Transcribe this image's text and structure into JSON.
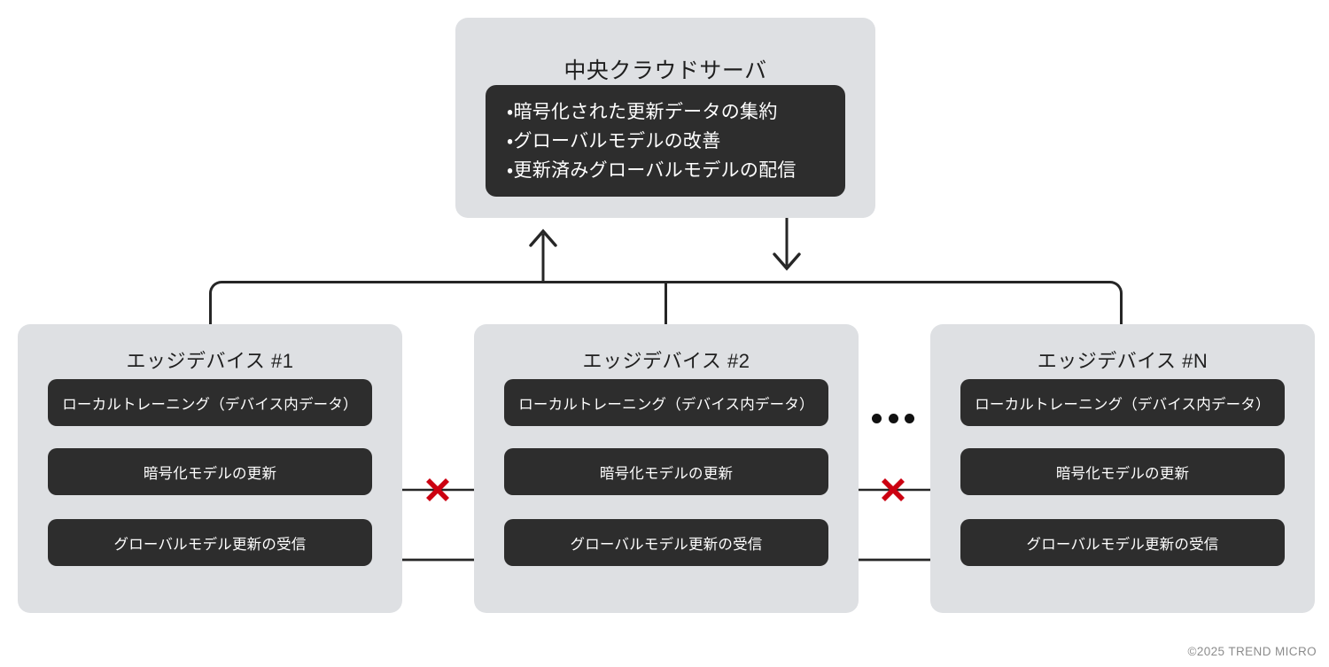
{
  "diagram": {
    "colors": {
      "panel_bg": "#DEE0E3",
      "inner_box_bg": "#2D2D2D",
      "line": "#262626",
      "x_mark_red": "#CC0011",
      "page_bg": "#FFFFFF",
      "copyright_text": "#8C8C8C"
    },
    "cloud": {
      "title": "中央クラウドサーバ",
      "bullets": [
        "・暗号化された更新データの集約",
        "・グローバルモデルの改善",
        "・更新済みグローバルモデルの配信"
      ]
    },
    "devices": [
      {
        "title": "エッジデバイス #1",
        "rows": [
          "ローカルトレーニング（デバイス内データ）",
          "暗号化モデルの更新",
          "グローバルモデル更新の受信"
        ]
      },
      {
        "title": "エッジデバイス #2",
        "rows": [
          "ローカルトレーニング（デバイス内データ）",
          "暗号化モデルの更新",
          "グローバルモデル更新の受信"
        ]
      },
      {
        "title": "エッジデバイス #N",
        "rows": [
          "ローカルトレーニング（デバイス内データ）",
          "暗号化モデルの更新",
          "グローバルモデル更新の受信"
        ]
      }
    ],
    "ellipsis": "•••",
    "markers": [
      {
        "name": "blocked-link-1-2",
        "glyph": "✕"
      },
      {
        "name": "blocked-link-2-n",
        "glyph": "✕"
      }
    ],
    "arrows": [
      {
        "name": "upload-to-cloud",
        "direction": "up"
      },
      {
        "name": "download-from-cloud",
        "direction": "down"
      },
      {
        "name": "global-model-to-device-1",
        "direction": "left"
      },
      {
        "name": "global-model-to-device-2",
        "direction": "left"
      }
    ],
    "copyright": "©2025 TREND MICRO"
  }
}
